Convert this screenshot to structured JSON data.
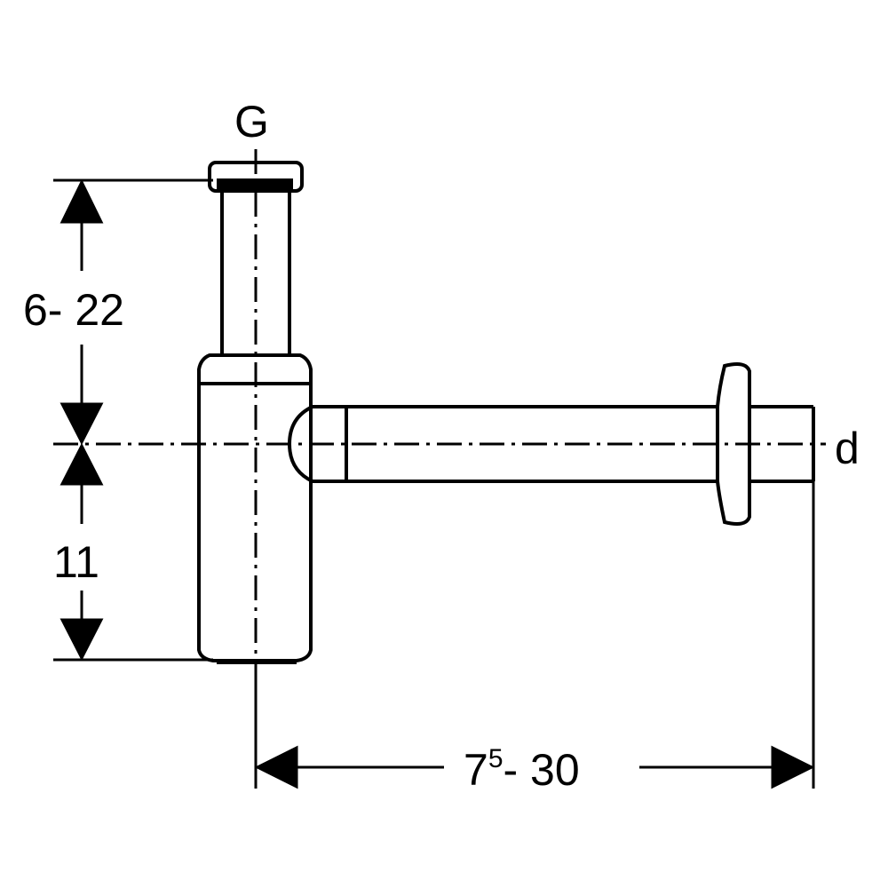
{
  "labels": {
    "inlet": "G",
    "outlet": "d",
    "height_range": "6- 22",
    "lower_height": "11",
    "horizontal_range_main": "7",
    "horizontal_range_superscript": "5",
    "horizontal_range_rest": "- 30"
  },
  "colors": {
    "line": "#000000",
    "background": "#ffffff"
  }
}
